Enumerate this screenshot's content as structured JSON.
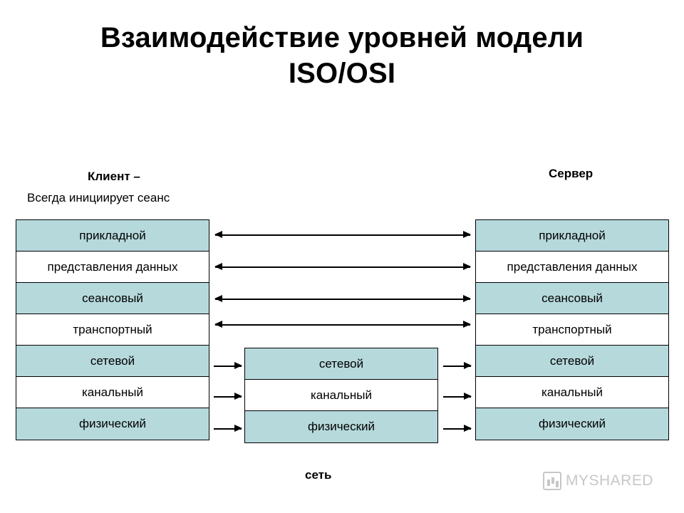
{
  "title": {
    "line1": "Взаимодействие уровней модели",
    "line2": "ISO/OSI"
  },
  "captions": {
    "client": "Клиент –",
    "client_sub": "Всегда инициирует сеанс",
    "server": "Сервер",
    "network": "сеть"
  },
  "colors": {
    "tint": "#b6d9dc",
    "border": "#000000",
    "background": "#ffffff",
    "watermark": "#9b9b9b"
  },
  "diagram": {
    "client_stack": {
      "layers": [
        {
          "label": "прикладной",
          "tint": true
        },
        {
          "label": "представления данных",
          "tint": false
        },
        {
          "label": "сеансовый",
          "tint": true
        },
        {
          "label": "транспортный",
          "tint": false
        },
        {
          "label": "сетевой",
          "tint": true
        },
        {
          "label": "канальный",
          "tint": false
        },
        {
          "label": "физический",
          "tint": true
        }
      ]
    },
    "server_stack": {
      "layers": [
        {
          "label": "прикладной",
          "tint": true
        },
        {
          "label": "представления данных",
          "tint": false
        },
        {
          "label": "сеансовый",
          "tint": true
        },
        {
          "label": "транспортный",
          "tint": false
        },
        {
          "label": "сетевой",
          "tint": true
        },
        {
          "label": "канальный",
          "tint": false
        },
        {
          "label": "физический",
          "tint": true
        }
      ]
    },
    "network_stack": {
      "layers": [
        {
          "label": "сетевой",
          "tint": true
        },
        {
          "label": "канальный",
          "tint": false
        },
        {
          "label": "физический",
          "tint": true
        }
      ]
    },
    "arrows": {
      "peer": [
        {
          "name": "arrow-application-layer",
          "type": "double"
        },
        {
          "name": "arrow-presentation-layer",
          "type": "double"
        },
        {
          "name": "arrow-session-layer",
          "type": "double"
        },
        {
          "name": "arrow-transport-layer",
          "type": "double"
        }
      ],
      "client_to_network": [
        {
          "name": "arrow-client-network-layer",
          "type": "single-right"
        },
        {
          "name": "arrow-client-datalink-layer",
          "type": "single-right"
        },
        {
          "name": "arrow-client-physical-layer",
          "type": "single-right"
        }
      ],
      "network_to_server": [
        {
          "name": "arrow-network-server-network-layer",
          "type": "single-right"
        },
        {
          "name": "arrow-network-server-datalink-layer",
          "type": "single-right"
        },
        {
          "name": "arrow-network-server-physical-layer",
          "type": "single-right"
        }
      ]
    }
  },
  "watermark": {
    "text": "MYSHARED"
  }
}
